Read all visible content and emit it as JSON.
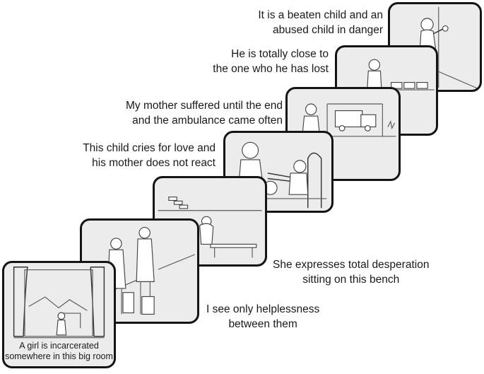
{
  "panels": [
    {
      "lines": [
        "It is a beaten child and an",
        "abused child in danger"
      ]
    },
    {
      "lines": [
        "He is totally close to",
        "the one who he has lost"
      ]
    },
    {
      "lines": [
        "My mother suffered until the end",
        "and the ambulance came often"
      ]
    },
    {
      "lines": [
        "This child cries for love and",
        "his mother does not react"
      ]
    },
    {
      "lines": [
        "She expresses total desperation",
        "sitting on this bench"
      ]
    },
    {
      "lines": [
        "I see only helplessness",
        "between them"
      ]
    },
    {
      "lines": [
        "A girl  is incarcerated",
        "somewhere in this big room"
      ]
    }
  ]
}
